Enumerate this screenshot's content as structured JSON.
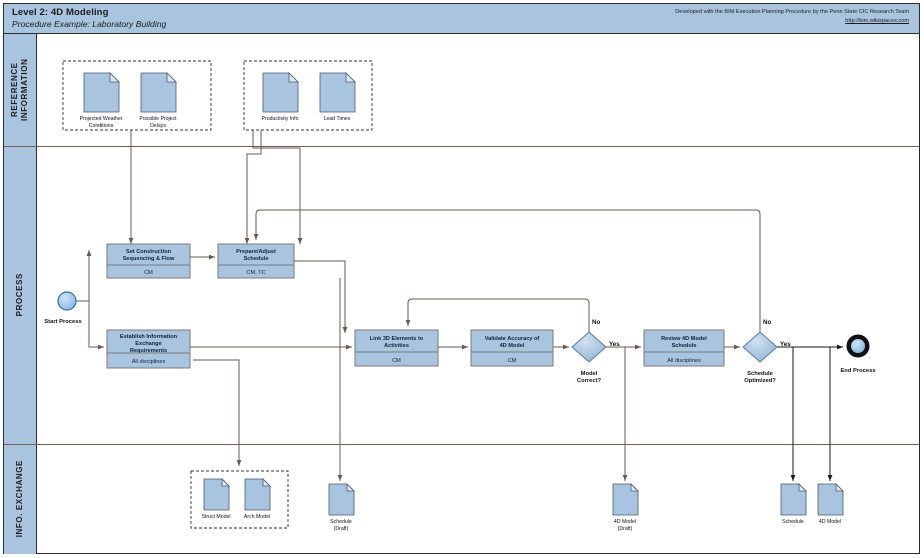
{
  "header": {
    "title": "Level 2: 4D Modeling",
    "subtitle": "Procedure Example: Laboratory Building",
    "credit": "Developed with the BIM Execution Planning Procedure by the Penn State CIC Research Team",
    "link": "http://bim.wikispaces.com"
  },
  "lanes": [
    {
      "id": "reference",
      "label": "REFERENCE INFORMATION"
    },
    {
      "id": "process",
      "label": "PROCESS"
    },
    {
      "id": "info_exchange",
      "label": "INFO. EXCHANGE"
    }
  ],
  "reference_documents": [
    {
      "label": "Projected Weather Conditions"
    },
    {
      "label": "Possible Project Delays"
    },
    {
      "label": "Productivity Info"
    },
    {
      "label": "Lead Times"
    }
  ],
  "reference_groups": [
    {
      "documents": [
        "Projected Weather Conditions",
        "Possible Project Delays"
      ]
    },
    {
      "documents": [
        "Productivity Info",
        "Lead Times"
      ]
    }
  ],
  "events": [
    {
      "id": "start",
      "label": "Start Process",
      "type": "start"
    },
    {
      "id": "end",
      "label": "End Process",
      "type": "end"
    }
  ],
  "tasks": [
    {
      "id": "t1",
      "name": "Set Construction Sequencing & Flow",
      "lines": [
        "Set Construction",
        "Sequencing & Flow"
      ],
      "role": "CM"
    },
    {
      "id": "t2",
      "name": "Prepare/Adjust Schedule",
      "lines": [
        "Prepare/Adjust",
        "Schedule"
      ],
      "role": "CM, TC"
    },
    {
      "id": "t3",
      "name": "Establish Information Exchange Requirements",
      "lines": [
        "Establish Information",
        "Exchange",
        "Requirements"
      ],
      "role": "All disciplines"
    },
    {
      "id": "t4",
      "name": "Link 3D Elements to Activities",
      "lines": [
        "Link 3D Elements to",
        "Activities"
      ],
      "role": "CM"
    },
    {
      "id": "t5",
      "name": "Validate Accuracy of 4D Model",
      "lines": [
        "Validate Accuracy of",
        "4D Model"
      ],
      "role": "CM"
    },
    {
      "id": "t6",
      "name": "Review 4D Model Schedule",
      "lines": [
        "Review 4D Model",
        "Schedule"
      ],
      "role": "All disciplines"
    }
  ],
  "gateways": [
    {
      "id": "g1",
      "name": "Model Correct?",
      "lines": [
        "Model",
        "Correct?"
      ],
      "no_label": "No",
      "yes_label": "Yes"
    },
    {
      "id": "g2",
      "name": "Schedule Optimized?",
      "lines": [
        "Schedule",
        "Optimized?"
      ],
      "no_label": "No",
      "yes_label": "Yes"
    }
  ],
  "exchange_documents": [
    {
      "label": "Struct Model",
      "lines": [
        "Struct Model"
      ]
    },
    {
      "label": "Arch Model",
      "lines": [
        "Arch Model"
      ]
    },
    {
      "label": "Schedule (Draft)",
      "lines": [
        "Schedule",
        "(Draft)"
      ]
    },
    {
      "label": "4D Model (Draft)",
      "lines": [
        "4D Model",
        "(Draft)"
      ]
    },
    {
      "label": "Schedule",
      "lines": [
        "Schedule"
      ]
    },
    {
      "label": "4D Model",
      "lines": [
        "4D Model"
      ]
    }
  ],
  "colors": {
    "lane_header": "#a9c4de",
    "task_fill": "#a9c4de",
    "flow_line": "#6b5a50",
    "dark_line": "#1a1a1a",
    "border": "#2b2b2b"
  }
}
